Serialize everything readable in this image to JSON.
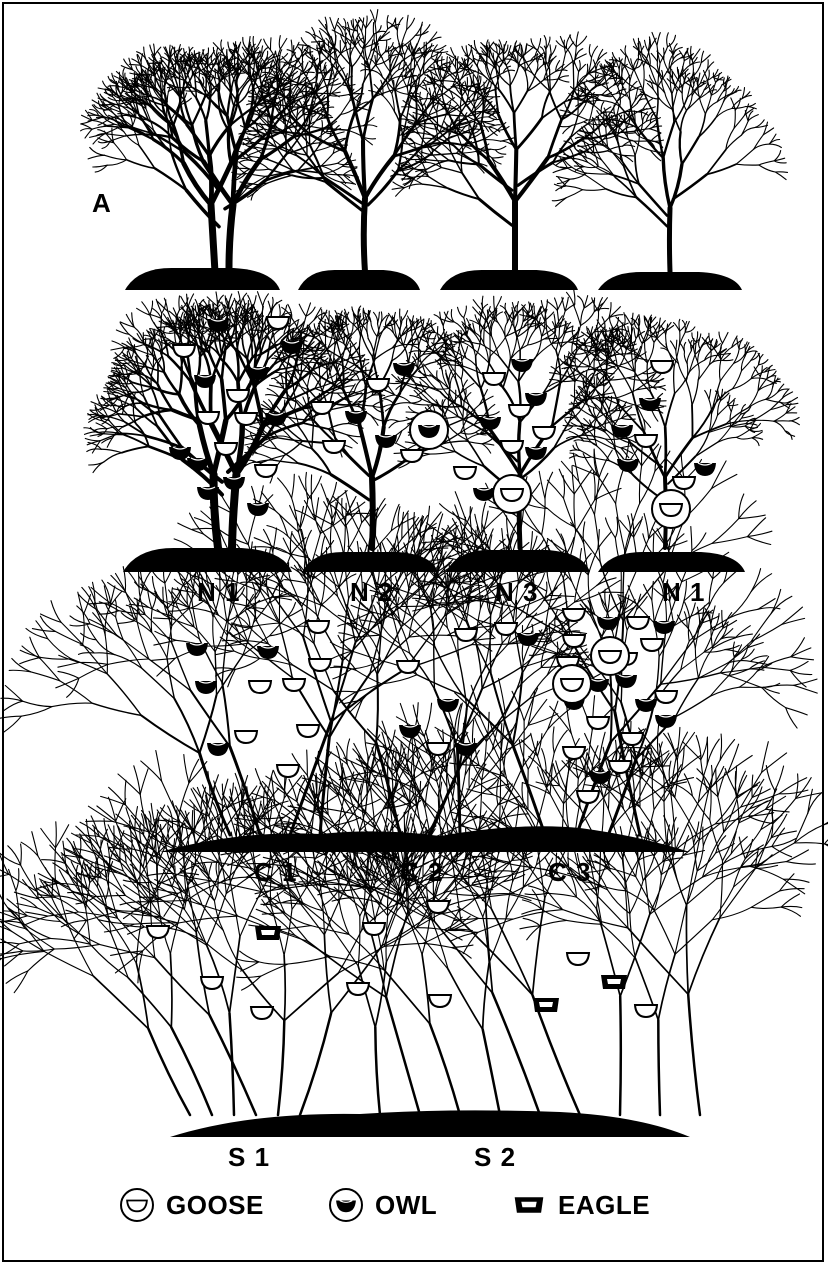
{
  "panel_label": "A",
  "row_labels": {
    "n": [
      "N 1",
      "N 2",
      "N 3",
      "N 1"
    ],
    "c": [
      "C 1",
      "C 2",
      "C 3"
    ],
    "s": [
      "S 1",
      "S 2"
    ]
  },
  "legend": [
    {
      "icon": "goose-nest-icon",
      "label": "GOOSE"
    },
    {
      "icon": "owl-nest-icon",
      "label": "OWL"
    },
    {
      "icon": "eagle-nest-icon",
      "label": "EAGLE"
    }
  ],
  "colors": {
    "ink": "#000000",
    "paper": "#ffffff"
  }
}
